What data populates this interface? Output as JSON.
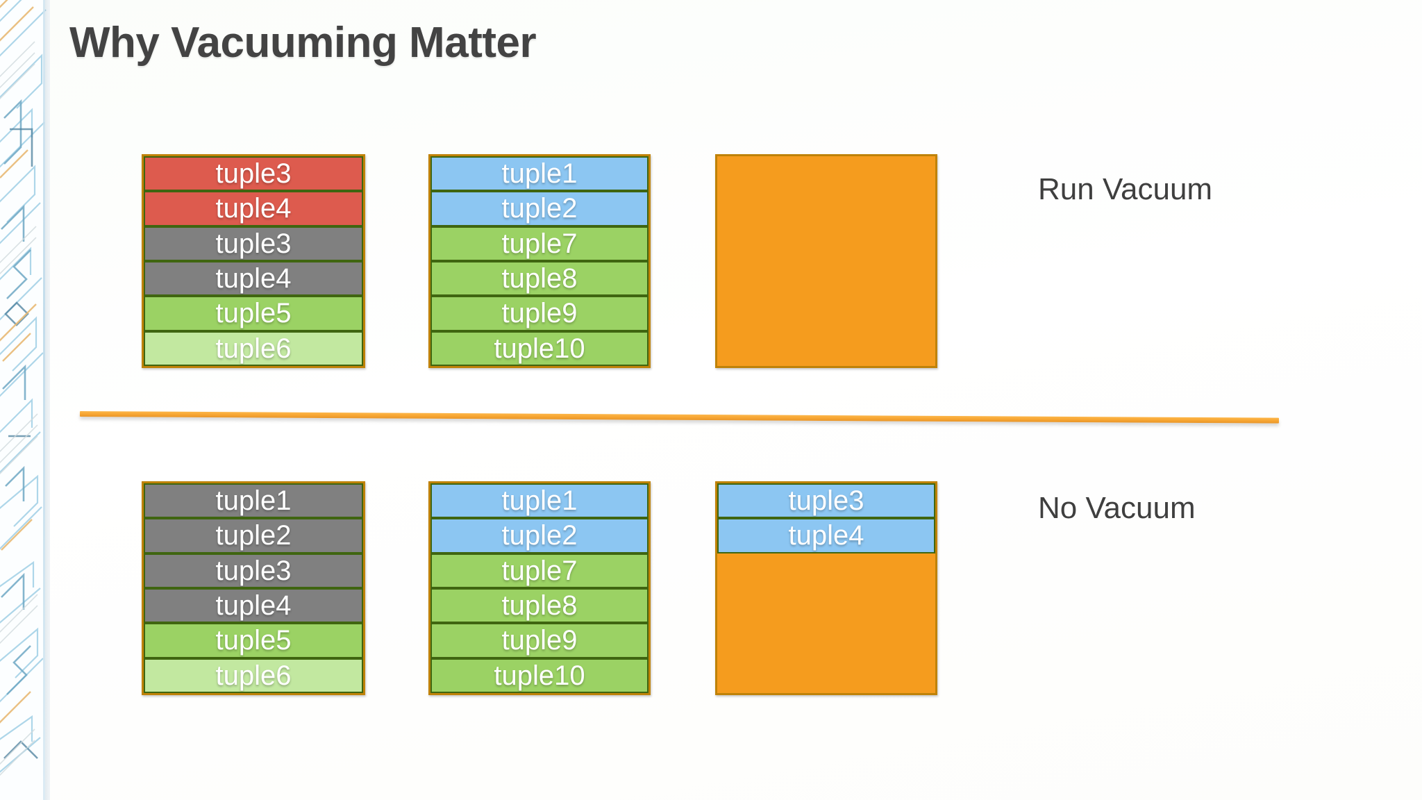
{
  "slide": {
    "title": "Why Vacuuming Matter",
    "background_color": "#ffffff",
    "accent_color": "#f5a623",
    "title_color": "#434343"
  },
  "decor": {
    "left_strip_icon": "circuit-pattern-icon",
    "strip_line_color_blue": "#a9d4e8",
    "strip_line_color_orange": "#e8b974"
  },
  "divider": {
    "name": "orange-divider-line",
    "color": "#f7a531"
  },
  "rows": [
    {
      "id": "run-vacuum",
      "label": "Run Vacuum",
      "blocks": [
        {
          "name": "page-block-1",
          "cells": [
            {
              "text": "tuple3",
              "state": "red"
            },
            {
              "text": "tuple4",
              "state": "red"
            },
            {
              "text": "tuple3",
              "state": "gray"
            },
            {
              "text": "tuple4",
              "state": "gray"
            },
            {
              "text": "tuple5",
              "state": "green"
            },
            {
              "text": "tuple6",
              "state": "green2"
            }
          ],
          "free_space": 0
        },
        {
          "name": "page-block-2",
          "cells": [
            {
              "text": "tuple1",
              "state": "blue"
            },
            {
              "text": "tuple2",
              "state": "blue"
            },
            {
              "text": "tuple7",
              "state": "green"
            },
            {
              "text": "tuple8",
              "state": "green"
            },
            {
              "text": "tuple9",
              "state": "green"
            },
            {
              "text": "tuple10",
              "state": "green"
            }
          ],
          "free_space": 0
        },
        {
          "name": "page-block-3",
          "cells": [],
          "free_space": 6
        }
      ]
    },
    {
      "id": "no-vacuum",
      "label": "No Vacuum",
      "blocks": [
        {
          "name": "page-block-1",
          "cells": [
            {
              "text": "tuple1",
              "state": "gray"
            },
            {
              "text": "tuple2",
              "state": "gray"
            },
            {
              "text": "tuple3",
              "state": "gray"
            },
            {
              "text": "tuple4",
              "state": "gray"
            },
            {
              "text": "tuple5",
              "state": "green"
            },
            {
              "text": "tuple6",
              "state": "green2"
            }
          ],
          "free_space": 0
        },
        {
          "name": "page-block-2",
          "cells": [
            {
              "text": "tuple1",
              "state": "blue"
            },
            {
              "text": "tuple2",
              "state": "blue"
            },
            {
              "text": "tuple7",
              "state": "green"
            },
            {
              "text": "tuple8",
              "state": "green"
            },
            {
              "text": "tuple9",
              "state": "green"
            },
            {
              "text": "tuple10",
              "state": "green"
            }
          ],
          "free_space": 0
        },
        {
          "name": "page-block-3",
          "cells": [
            {
              "text": "tuple3",
              "state": "blue"
            },
            {
              "text": "tuple4",
              "state": "blue"
            }
          ],
          "free_space": 4
        }
      ]
    }
  ],
  "legend_colors": {
    "red": "#dd5b4e",
    "gray": "#808080",
    "green": "#9bd264",
    "green2": "#c2e8a0",
    "blue": "#8cc6f2",
    "orange": "#f59c1e",
    "cell_border": "#3f6510",
    "block_border": "#bf8208"
  }
}
